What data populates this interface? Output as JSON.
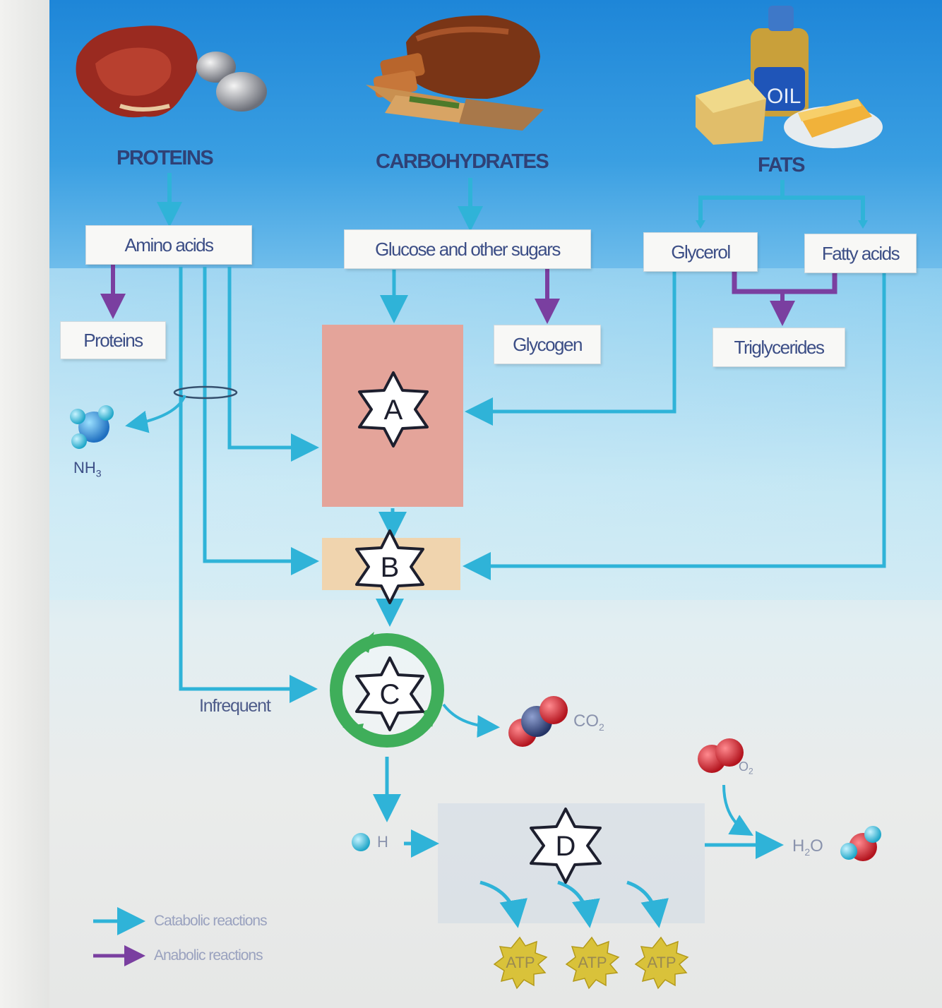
{
  "sources": {
    "proteins": "PROTEINS",
    "carbohydrates": "CARBOHYDRATES",
    "fats": "FATS",
    "oil_label": "OIL"
  },
  "boxes": {
    "amino_acids": "Amino acids",
    "glucose": "Glucose and other sugars",
    "glycerol": "Glycerol",
    "fatty_acids": "Fatty acids",
    "proteins": "Proteins",
    "glycogen": "Glycogen",
    "triglycerides": "Triglycerides"
  },
  "steps": {
    "a": "A",
    "b": "B",
    "c": "C",
    "d": "D"
  },
  "molecules": {
    "nh3": "NH",
    "nh3_sub": "3",
    "co2": "CO",
    "co2_sub": "2",
    "o2": "O",
    "o2_sub": "2",
    "h2o_h": "H",
    "h2o_sub": "2",
    "h2o_o": "O",
    "h": "H"
  },
  "labels": {
    "infrequent": "Infrequent",
    "atp": [
      "ATP",
      "ATP",
      "ATP"
    ]
  },
  "legend": {
    "catabolic": "Catabolic reactions",
    "anabolic": "Anabolic reactions"
  },
  "colors": {
    "catabolic": "#2fb3d8",
    "anabolic": "#7a3fa0",
    "cycle": "#3fae5a",
    "region_a": "#e4a49a",
    "region_b": "#f0d4ae",
    "atp": "#d9c23a",
    "oxygen": "#d62a33",
    "carbon": "#3a4a78"
  },
  "icons": {
    "proteins_food": "steak-and-eggs",
    "carbohydrates_food": "bread-and-crackers",
    "fats_food": "oil-bottle-cheese-butter",
    "step_marker": "six-point-star"
  }
}
